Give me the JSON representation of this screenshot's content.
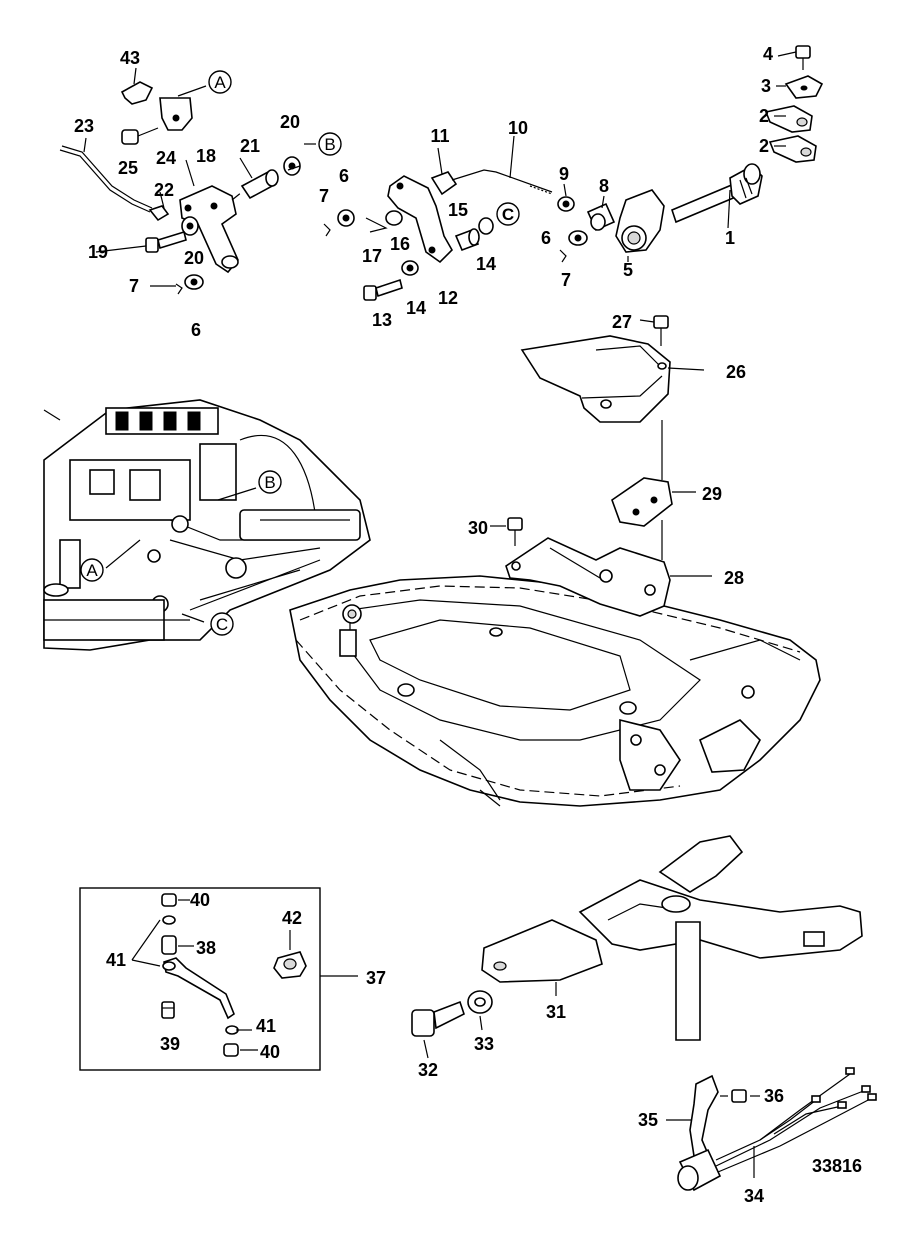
{
  "diagram_id": "33816",
  "callouts": {
    "c1": "1",
    "c2a": "2",
    "c2b": "2",
    "c3": "3",
    "c4": "4",
    "c5": "5",
    "c6a": "6",
    "c6b": "6",
    "c6c": "6",
    "c7a": "7",
    "c7b": "7",
    "c7c": "7",
    "c8": "8",
    "c9": "9",
    "c10": "10",
    "c11": "11",
    "c12": "12",
    "c13": "13",
    "c14a": "14",
    "c14b": "14",
    "c15": "15",
    "c16": "16",
    "c17": "17",
    "c18": "18",
    "c19": "19",
    "c20a": "20",
    "c20b": "20",
    "c21": "21",
    "c22": "22",
    "c23": "23",
    "c24": "24",
    "c25": "25",
    "c26": "26",
    "c27": "27",
    "c28": "28",
    "c29": "29",
    "c30": "30",
    "c31": "31",
    "c32": "32",
    "c33": "33",
    "c34": "34",
    "c35": "35",
    "c36": "36",
    "c37": "37",
    "c38": "38",
    "c39": "39",
    "c40a": "40",
    "c40b": "40",
    "c41a": "41",
    "c41b": "41",
    "c42": "42",
    "c43": "43"
  },
  "circle_refs": {
    "a_top": "A",
    "b_top": "B",
    "c_mid": "C",
    "b_engine": "B",
    "a_engine": "A",
    "c_engine": "C"
  }
}
